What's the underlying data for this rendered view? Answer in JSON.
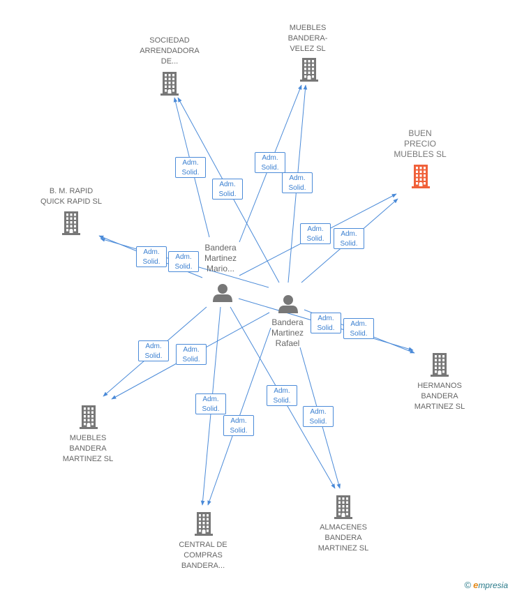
{
  "colors": {
    "edge": "#4a8ad8",
    "node": "#777777",
    "main_node": "#f0613a",
    "text": "#666666"
  },
  "persons": [
    {
      "id": "p1",
      "icon": "person-icon",
      "name": "Bandera\nMartinez\nMario..."
    },
    {
      "id": "p2",
      "icon": "person-icon",
      "name": "Bandera\nMartinez\nRafael"
    }
  ],
  "companies": [
    {
      "id": "sociedad",
      "icon": "building-icon",
      "name": "SOCIEDAD\nARRENDADORA\nDE..."
    },
    {
      "id": "muebles_velez",
      "icon": "building-icon",
      "name": "MUEBLES\nBANDERA-\nVELEZ SL"
    },
    {
      "id": "buen_precio",
      "icon": "building-icon",
      "highlight": true,
      "name": "BUEN\nPRECIO\nMUEBLES SL"
    },
    {
      "id": "rapid",
      "icon": "building-icon",
      "name": "B.  M. RAPID\nQUICK RAPID SL"
    },
    {
      "id": "hermanos",
      "icon": "building-icon",
      "name": "HERMANOS\nBANDERA\nMARTINEZ SL"
    },
    {
      "id": "muebles_bm",
      "icon": "building-icon",
      "name": "MUEBLES\nBANDERA\nMARTINEZ SL"
    },
    {
      "id": "central",
      "icon": "building-icon",
      "name": "CENTRAL DE\nCOMPRAS\nBANDERA..."
    },
    {
      "id": "almacenes",
      "icon": "building-icon",
      "name": "ALMACENES\nBANDERA\nMARTINEZ SL"
    }
  ],
  "edge_label": "Adm.\nSolid.",
  "edges": [
    {
      "from": "p1",
      "to": "sociedad",
      "label": "Adm.\nSolid."
    },
    {
      "from": "p2",
      "to": "sociedad",
      "label": "Adm.\nSolid."
    },
    {
      "from": "p1",
      "to": "muebles_velez",
      "label": "Adm.\nSolid."
    },
    {
      "from": "p2",
      "to": "muebles_velez",
      "label": "Adm.\nSolid."
    },
    {
      "from": "p1",
      "to": "buen_precio",
      "label": "Adm.\nSolid."
    },
    {
      "from": "p2",
      "to": "buen_precio",
      "label": "Adm.\nSolid."
    },
    {
      "from": "p1",
      "to": "rapid",
      "label": "Adm.\nSolid."
    },
    {
      "from": "p2",
      "to": "rapid",
      "label": "Adm.\nSolid."
    },
    {
      "from": "p1",
      "to": "hermanos",
      "label": "Adm.\nSolid."
    },
    {
      "from": "p2",
      "to": "hermanos",
      "label": "Adm.\nSolid."
    },
    {
      "from": "p1",
      "to": "muebles_bm",
      "label": "Adm.\nSolid."
    },
    {
      "from": "p2",
      "to": "muebles_bm",
      "label": "Adm.\nSolid."
    },
    {
      "from": "p1",
      "to": "central",
      "label": "Adm.\nSolid."
    },
    {
      "from": "p2",
      "to": "central",
      "label": "Adm.\nSolid."
    },
    {
      "from": "p1",
      "to": "almacenes",
      "label": "Adm.\nSolid."
    },
    {
      "from": "p2",
      "to": "almacenes",
      "label": "Adm.\nSolid."
    }
  ],
  "footer": {
    "copyright_symbol": "©",
    "brand_initial": "e",
    "brand_rest": "mpresia"
  }
}
